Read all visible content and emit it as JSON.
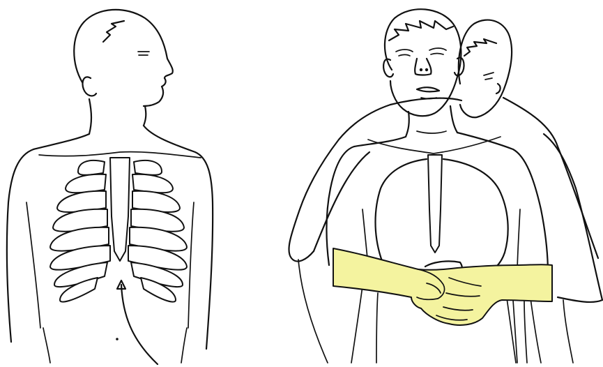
{
  "illustration": {
    "panels": [
      {
        "id": "left",
        "subject": "person-with-ribcage"
      },
      {
        "id": "right",
        "subject": "rescuer-and-patient"
      }
    ],
    "colors": {
      "background": "#ffffff",
      "line": "#111111",
      "hand_highlight": "#f4f39f"
    }
  }
}
